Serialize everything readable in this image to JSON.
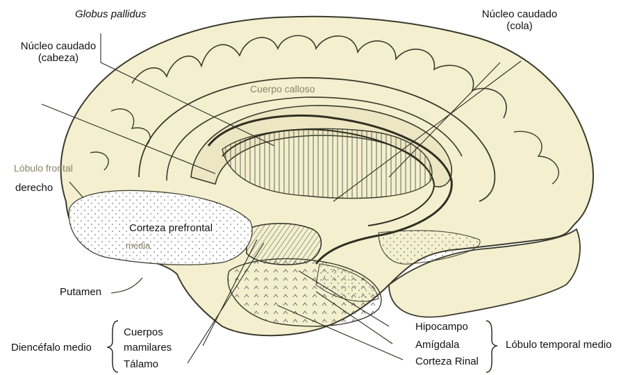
{
  "labels": {
    "globus_pallidus": "Globus pallidus",
    "caudate_head_line1": "Núcleo caudado",
    "caudate_head_line2": "(cabeza)",
    "caudate_tail_line1": "Núcleo caudado",
    "caudate_tail_line2": "(cola)",
    "corpus_callosum": "Cuerpo calloso",
    "frontal_lobe_line1": "Lóbulo frontal",
    "frontal_lobe_line2": "derecho",
    "prefrontal_line1": "Corteza prefrontal",
    "prefrontal_line2": "media",
    "putamen": "Putamen",
    "mammillary_line1": "Cuerpos",
    "mammillary_line2": "mamilares",
    "thalamus": "Tálamo",
    "diencephalon": "Diencéfalo medio",
    "hippocampus": "Hipocampo",
    "amygdala": "Amígdala",
    "rhinal_cortex": "Corteza Rinal",
    "medial_temporal": "Lóbulo temporal medio"
  },
  "icons": {
    "brain": "brain-illustration"
  },
  "colors": {
    "brain_fill": "#f3efcf",
    "outline": "#3a3a2c",
    "faint_label": "#8a8468",
    "hatch": "#5a5a48"
  }
}
